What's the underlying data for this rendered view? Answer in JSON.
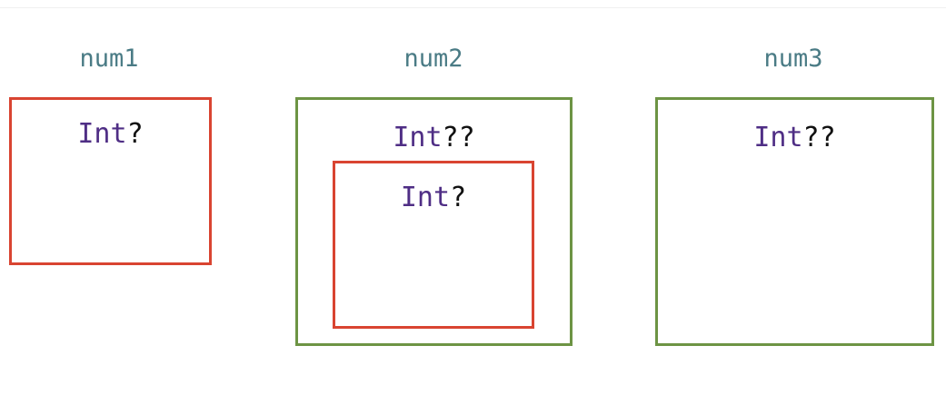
{
  "colors": {
    "optional_box": "#d94431",
    "double_optional_box": "#6d9444",
    "variable_label": "#4a7b85",
    "type_name": "#4f2e85",
    "type_suffix": "#111111"
  },
  "variables": [
    {
      "label": "num1",
      "outer": {
        "type": "Int",
        "suffix": "?",
        "kind": "optional_box"
      }
    },
    {
      "label": "num2",
      "outer": {
        "type": "Int",
        "suffix": "??",
        "kind": "double_optional_box"
      },
      "inner": {
        "type": "Int",
        "suffix": "?",
        "kind": "optional_box"
      }
    },
    {
      "label": "num3",
      "outer": {
        "type": "Int",
        "suffix": "??",
        "kind": "double_optional_box"
      }
    }
  ]
}
